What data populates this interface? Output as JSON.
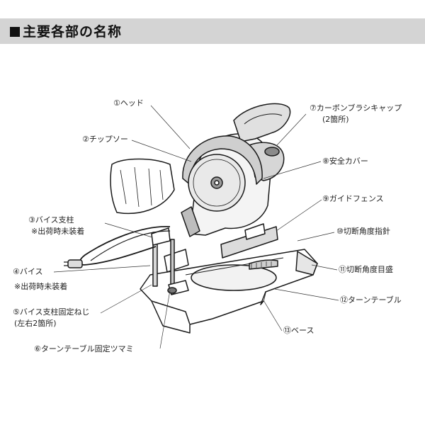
{
  "header": {
    "mark": "■",
    "title": "主要各部の名称"
  },
  "parts": [
    {
      "id": "head",
      "label": "①ヘッド"
    },
    {
      "id": "chip-saw",
      "label": "②チップソー"
    },
    {
      "id": "vise-post",
      "label": "③バイス支柱",
      "note": "※出荷時未装着"
    },
    {
      "id": "vise",
      "label": "④バイス",
      "note": "※出荷時未装着"
    },
    {
      "id": "vise-post-screw",
      "label": "⑤バイス支柱固定ねじ",
      "note": "(左右2箇所)"
    },
    {
      "id": "turntable-knob",
      "label": "⑥ターンテーブル固定ツマミ"
    },
    {
      "id": "carbon-brush-cap",
      "label": "⑦カーボンブラシキャップ",
      "note": "(2箇所)"
    },
    {
      "id": "safety-cover",
      "label": "⑧安全カバー"
    },
    {
      "id": "guide-fence",
      "label": "⑨ガイドフェンス"
    },
    {
      "id": "angle-pointer",
      "label": "⑩切断角度指針"
    },
    {
      "id": "angle-scale",
      "label": "⑪切断角度目盛"
    },
    {
      "id": "turntable",
      "label": "⑫ターンテーブル"
    },
    {
      "id": "base",
      "label": "⑬ベース"
    }
  ]
}
